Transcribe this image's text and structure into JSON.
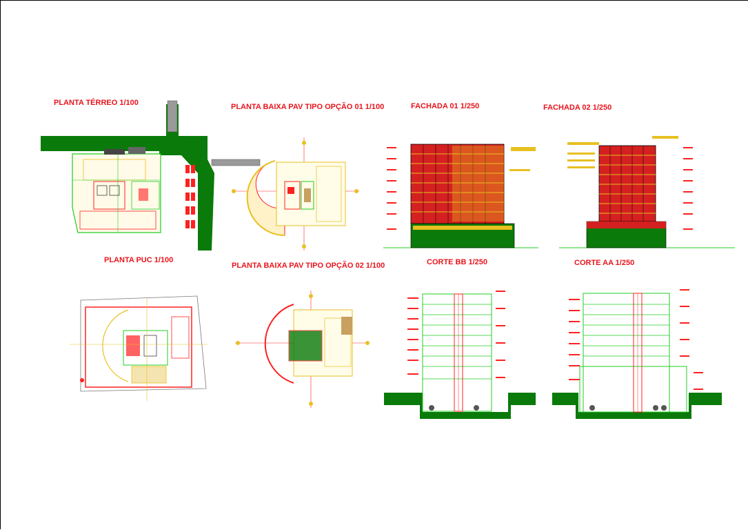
{
  "titles": {
    "planta_terreo": "PLANTA TÉRREO 1/100",
    "planta_tipo_01": "PLANTA BAIXA PAV TIPO OPÇÃO 01 1/100",
    "fachada_01": "FACHADA 01  1/250",
    "fachada_02": "FACHADA 02 1/250",
    "planta_puc": "PLANTA PUC 1/100",
    "planta_tipo_02": "PLANTA BAIXA PAV TIPO OPÇÃO 02 1/100",
    "corte_bb": "CORTE BB 1/250",
    "corte_aa": "CORTE AA 1/250"
  },
  "colors": {
    "background": "#ffffff",
    "title": "#e8141c",
    "terrain": "#0a7a0a",
    "wall": "#ff2020",
    "line": "#22cc22",
    "yellow": "#e8c020",
    "facade": "#d42020",
    "grey": "#888888"
  }
}
